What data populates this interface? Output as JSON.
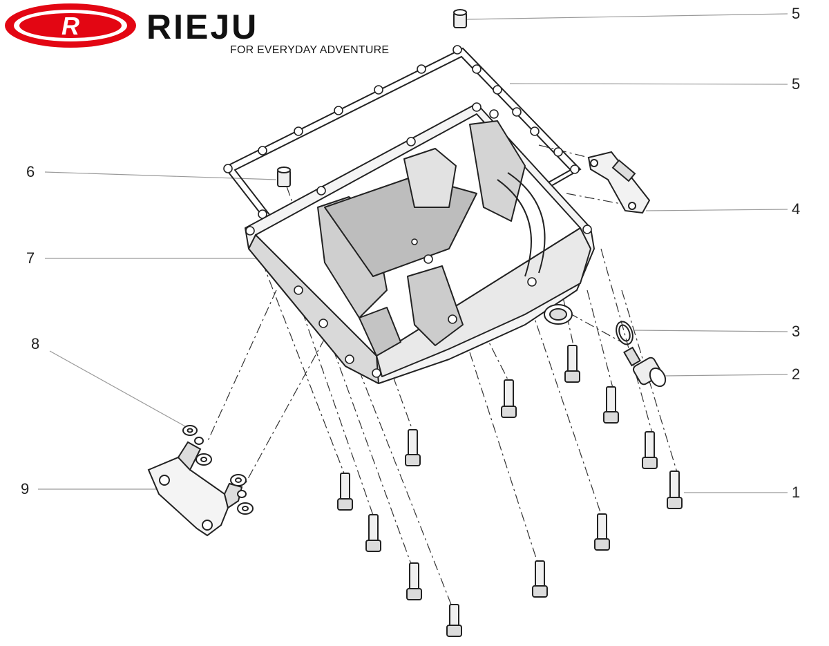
{
  "brand": {
    "name": "RIEJU",
    "tagline": "FOR EVERYDAY ADVENTURE",
    "logo_color": "#e30613",
    "text_color": "#111111"
  },
  "callouts": [
    "1",
    "2",
    "3",
    "4",
    "5",
    "6",
    "6",
    "7",
    "8",
    "9"
  ]
}
